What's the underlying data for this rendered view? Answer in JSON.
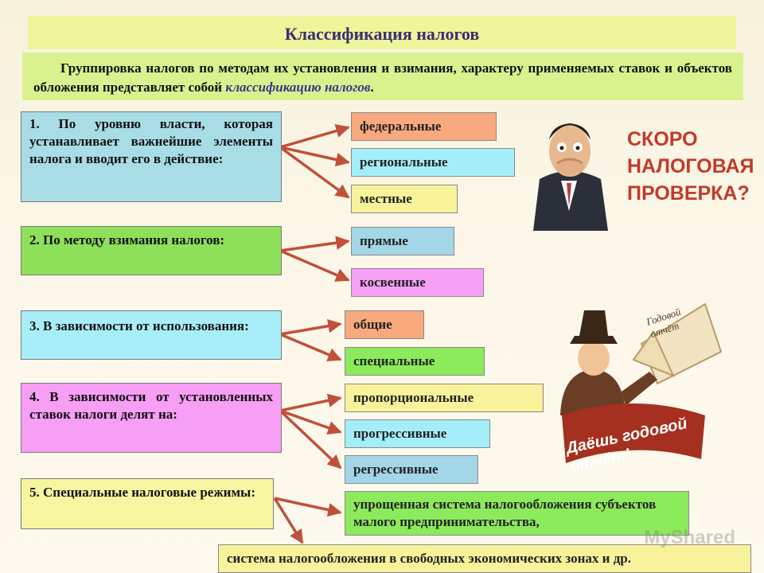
{
  "title": "Классификация налогов",
  "intro": {
    "text": "Группировка налогов по методам их установления и взимания, характеру применяемых ставок и объектов обложения представляет собой ",
    "emphasis": "классификацию налогов",
    "tail": "."
  },
  "categories": [
    {
      "label": "1. По уровню власти, которая устанавливает важнейшие элементы налога и вводит его в действие:",
      "options": [
        "федеральные",
        "региональные",
        "местные"
      ]
    },
    {
      "label": "2. По методу взимания налогов:",
      "options": [
        "прямые",
        "косвенные"
      ]
    },
    {
      "label": "3. В зависимости от использования:",
      "options": [
        "общие",
        "специальные"
      ]
    },
    {
      "label": "4. В зависимости от установленных ставок налоги делят на:",
      "options": [
        "пропорциональные",
        "прогрессивные",
        "регрессивные"
      ]
    },
    {
      "label": "5. Специальные налоговые режимы:",
      "options": [
        "упрощенная система налогообложения субъектов малого предпринимательства,",
        "система налогообложения в свободных экономических зонах и др."
      ]
    }
  ],
  "images": {
    "audit_caption": [
      "СКОРО",
      "НАЛОГОВАЯ",
      "ПРОВЕРКА?"
    ],
    "book_text": [
      "Годовой",
      "отчёт"
    ],
    "banner_text": "Даёшь годовой отчёт!"
  },
  "watermark": "MyShared",
  "colors": {
    "cat_blue": "#a8dde6",
    "cat_green": "#8ee05a",
    "cat_cyan": "#a8eef8",
    "cat_pink": "#f79ef5",
    "cat_yellow": "#f7f5a0",
    "opt_orange": "#f9a97e",
    "opt_cyan": "#a4eef9",
    "opt_yellow": "#f8f39a",
    "opt_blue": "#a3d7e8",
    "opt_pink": "#f6a0f6",
    "opt_green": "#8cea5c",
    "arrow": "#c0503a"
  }
}
